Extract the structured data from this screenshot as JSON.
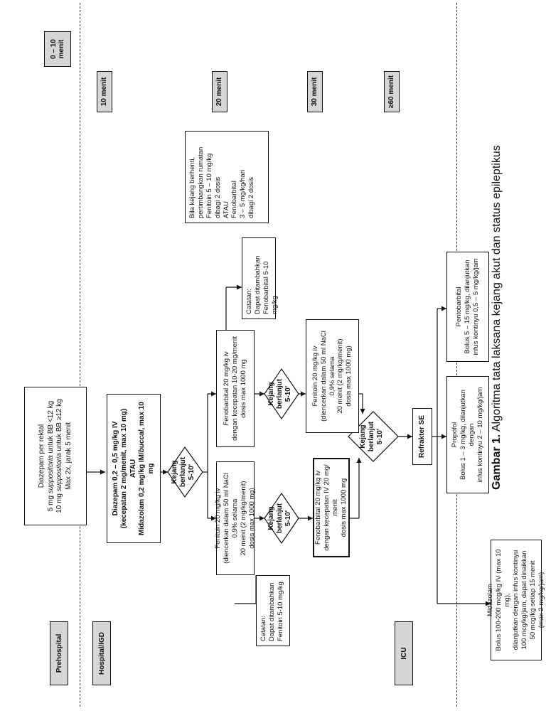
{
  "phases": {
    "prehospital": "Prehospital",
    "hospital": "Hospital/IGD",
    "icu": "ICU"
  },
  "times": {
    "t0": "0 – 10\nmenit",
    "t10": "10 menit",
    "t20": "20 menit",
    "t30": "30 menit",
    "t60": "≥60 menit"
  },
  "prehospital_box": {
    "title": "Diazepam per rektal",
    "line1a": "5 mg ",
    "line1b": "suppositoria",
    "line1c": " untuk BB <12 kg",
    "line2a": "10 mg ",
    "line2b": "suppositoria",
    "line2c": " untuk BB ≥12 kg",
    "line3": "Max 2x, jarak 5 menit"
  },
  "hospital_box": {
    "line1": "Diazepam 0,2 – 0,5 mg/kg IV",
    "line2": "(kecepatan 2 mg/menit, max 10 mg)",
    "line3": "ATAU",
    "line4a": "Midazolam 0,2 mg/kg IM/",
    "line4b": "buccal",
    "line4c": ", max 10 mg"
  },
  "kejang": "Kejang\nberlanjut\n5-10'",
  "fenitoin_box_1": {
    "line1": "Fenitoin 20 mg/kg iv",
    "line2": "(diencerkan dalam 50 ml NaCl 0,9% selama",
    "line3": "20 menit (2 mg/kg/menit)",
    "line4": "dosis max 1000 mg)"
  },
  "fenobarbital_box_1": {
    "line1": "Fenobarbital 20 mg/kg iv",
    "line2": "dengan kecepatan 10-20 mg/menit",
    "line3": "dosis max 1000 mg"
  },
  "fenobarbital_box_2": {
    "line1": "Fenobarbital 20 mg/kg iv",
    "line2": "dengan kecepatan IV 20 mg/",
    "line3": "menit",
    "line4": "dosis max 1000 mg"
  },
  "fenitoin_box_2": {
    "line1": "Fenitoin 20 mg/kg iv",
    "line2": "(diencerkan dalam 50 ml NaCl 0,9% selama",
    "line3": "20 menit (2 mg/kg/menit)",
    "line4": "dosis max 1000 mg)"
  },
  "note_fenitoin": {
    "title": "Catatan:",
    "line1": "Dapat ditambahkan",
    "line2": "Fenitoin 5-10 mg/kg"
  },
  "note_fenobarbital": {
    "title": "Catatan:",
    "line1": "Dapat ditambahkan",
    "line2": "Fenobarbital 5-10 mg/kg"
  },
  "stop_box": {
    "title": "Bila kejang berhenti,",
    "line1": "pertimbangkan rumatan",
    "line2": "Fenitoin 5 – 10 mg/kg",
    "line3": "dibagi 2 dosis",
    "line4": "ATAU",
    "line5": "Fenobarbital",
    "line6": "3 – 5 mg/kg/hari",
    "line7": "dibagi 2 dosis"
  },
  "refrakter": "Refrakter SE",
  "midazolam_box": {
    "title": "Midazolam",
    "line1": "Bolus 100-200 mcg/kg IV (max 10 mg),",
    "line2": "dilanjutkan dengan infus kontinyu",
    "line3": "100 mcg/kg/jam, dapat dinaikkan",
    "line4": "50 mcg/kg setiap 15 menit",
    "line5": "(max 2 mg/kg/jam)"
  },
  "propofol_box": {
    "title": "Propofol",
    "line1": "Bolus 1 – 3 mg/kg, dilanjutkan dengan",
    "line2": "infus kontinyu 2 – 10 mg/kg/jam"
  },
  "pentobarbital_box": {
    "title": "Pentobarbital",
    "line1": "Bolus 5 – 15 mg/kg, dilanjutkan",
    "line2": "infus kontinyu 0,5 – 5 mg/kg/jam"
  },
  "caption": {
    "label": "Gambar 1.",
    "text": " Algoritma tata laksana kejang akut dan status epileptikus"
  }
}
